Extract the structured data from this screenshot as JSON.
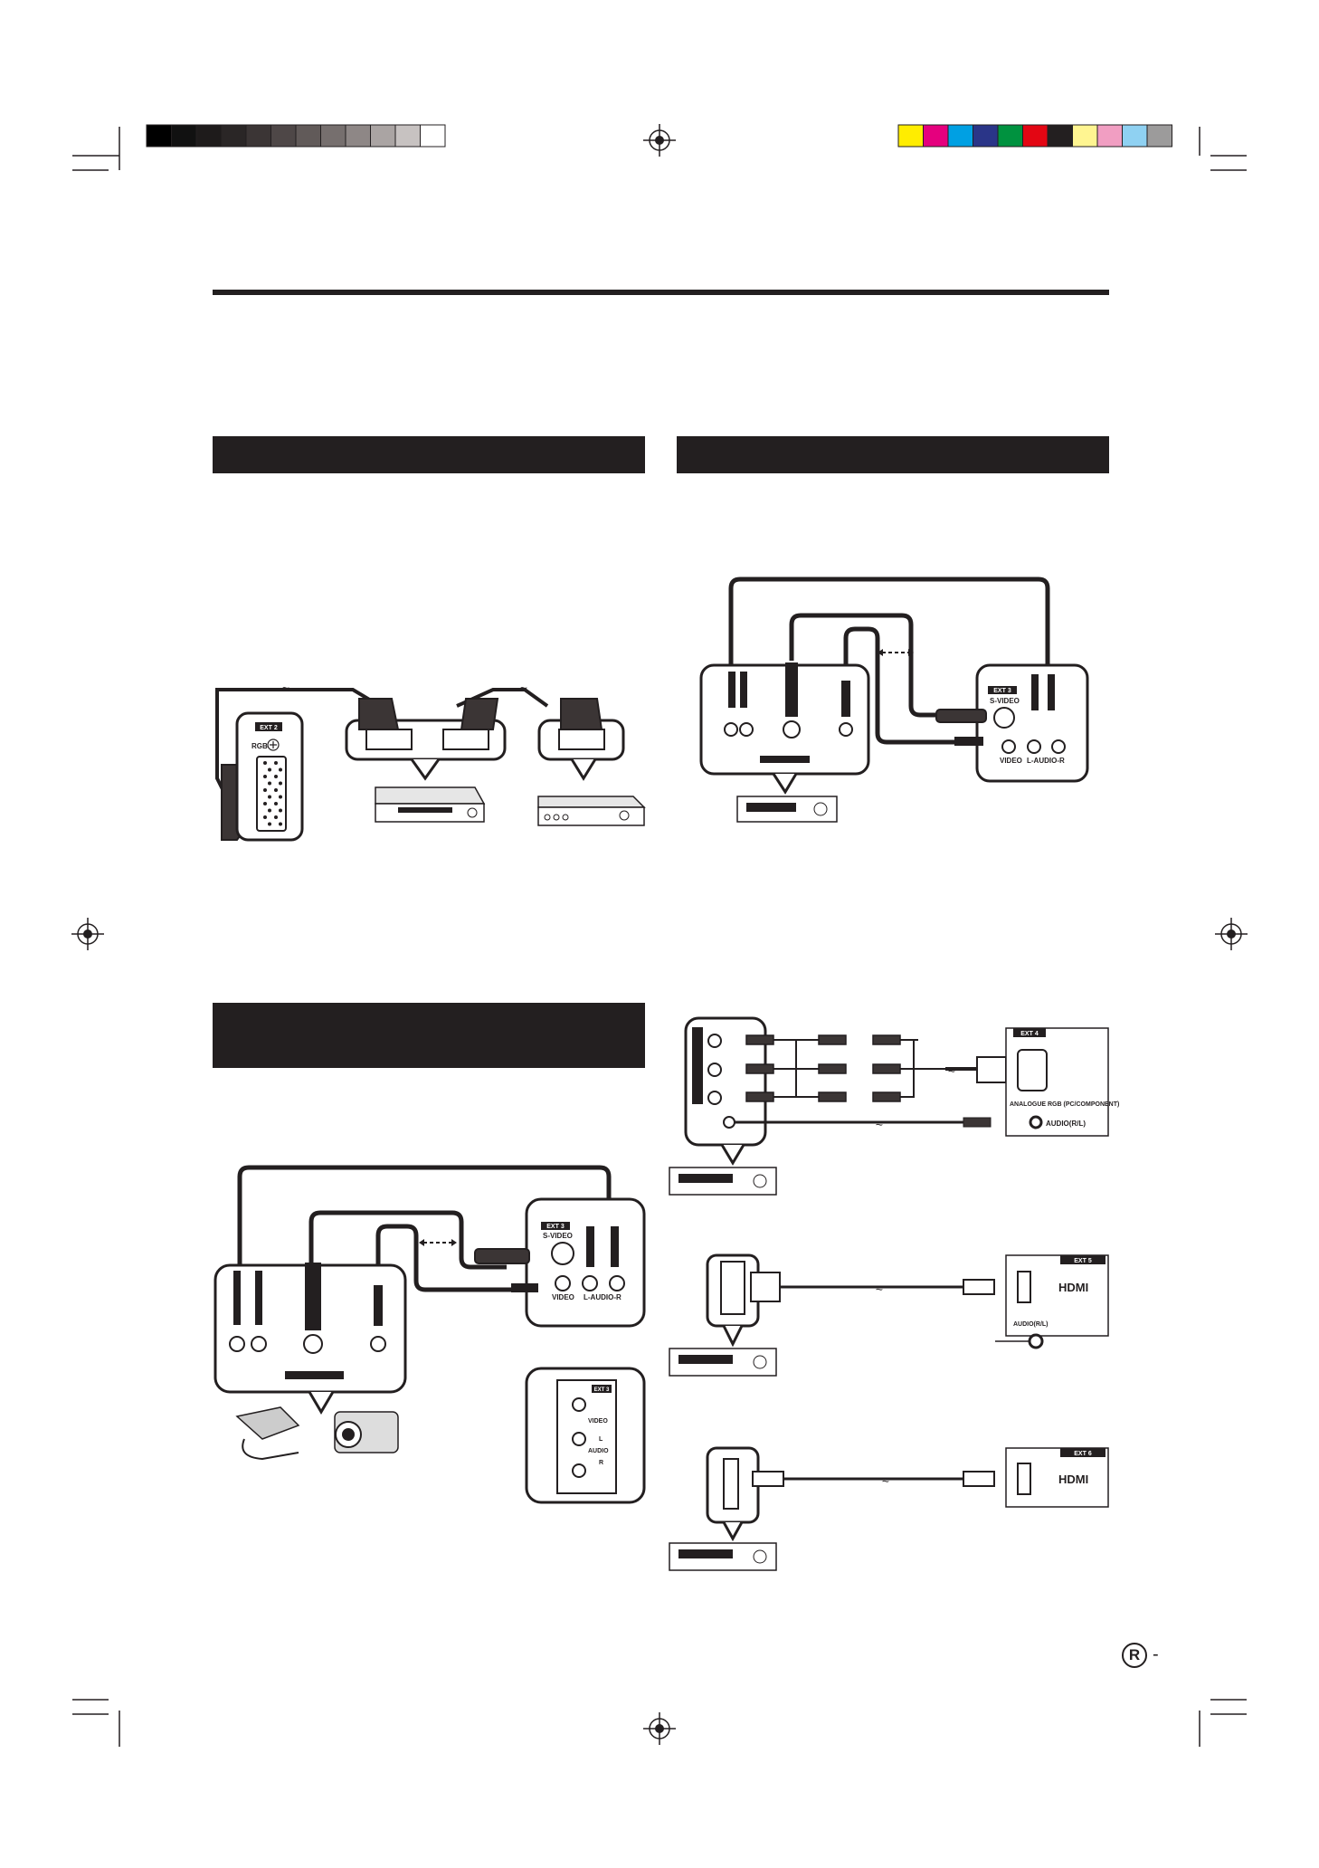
{
  "colors": {
    "ink": "#231f20",
    "greys": [
      "#000000",
      "#111111",
      "#1e1b1b",
      "#2a2626",
      "#3b3535",
      "#4e4747",
      "#615a59",
      "#766f6e",
      "#8e8786",
      "#aaa4a3",
      "#c7c2c1",
      "#ffffff"
    ],
    "process": [
      "#ffed00",
      "#e5007e",
      "#00a0e3",
      "#2a3588",
      "#00923f",
      "#e30613",
      "#231f20",
      "#fff591",
      "#f19ec2",
      "#8fd1f2",
      "#9c9b9b"
    ]
  },
  "labels": {
    "ext2": "EXT 2",
    "rgb": "RGB",
    "ext3": "EXT 3",
    "svideo": "S-VIDEO",
    "video": "VIDEO",
    "audio_lr": "L-AUDIO-R",
    "audio": "AUDIO",
    "l": "L",
    "r": "R",
    "ext4": "EXT 4",
    "analogue_rgb": "ANALOGUE RGB (PC/COMPONENT)",
    "audio_rl": "AUDIO(R/L)",
    "ext5": "EXT 5",
    "ext6": "EXT 6",
    "hdmi": "HDMI",
    "page_letter": "R",
    "page_dash": "-"
  }
}
